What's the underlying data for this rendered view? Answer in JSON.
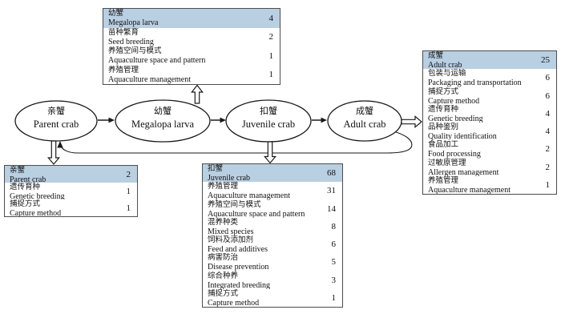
{
  "colors": {
    "header_bg": "#b9cfe2",
    "box_border": "#4d4d4d",
    "line": "#1a1a1a",
    "background": "#ffffff"
  },
  "flow": {
    "stages": [
      {
        "zh": "亲蟹",
        "en": "Parent crab"
      },
      {
        "zh": "幼蟹",
        "en": "Megalopa larva"
      },
      {
        "zh": "扣蟹",
        "en": "Juvenile crab"
      },
      {
        "zh": "成蟹",
        "en": "Adult crab"
      }
    ]
  },
  "boxes": [
    {
      "id": "megalopa",
      "header": {
        "zh": "幼蟹",
        "en": "Megalopa larva",
        "count": "4"
      },
      "rows": [
        {
          "zh": "苗种繁育",
          "en": "Seed breeding",
          "count": "2"
        },
        {
          "zh": "养殖空间与模式",
          "en": "Aquaculture space and pattern",
          "count": "1"
        },
        {
          "zh": "养殖管理",
          "en": "Aquaculture management",
          "count": "1"
        }
      ]
    },
    {
      "id": "adult",
      "header": {
        "zh": "成蟹",
        "en": "Adult crab",
        "count": "25"
      },
      "rows": [
        {
          "zh": "包装与运输",
          "en": "Packaging and transportation",
          "count": "6"
        },
        {
          "zh": "捕捉方式",
          "en": "Capture method",
          "count": "6"
        },
        {
          "zh": "遗传育种",
          "en": "Genetic breeding",
          "count": "4"
        },
        {
          "zh": "品种鉴别",
          "en": "Quality identification",
          "count": "4"
        },
        {
          "zh": "食品加工",
          "en": "Food processing",
          "count": "2"
        },
        {
          "zh": "过敏原管理",
          "en": "Allergen management",
          "count": "2"
        },
        {
          "zh": "养殖管理",
          "en": "Aquaculture management",
          "count": "1"
        }
      ]
    },
    {
      "id": "parent",
      "header": {
        "zh": "亲蟹",
        "en": "Parent crab",
        "count": "2"
      },
      "rows": [
        {
          "zh": "遗传育种",
          "en": "Genetic breeding",
          "count": "1"
        },
        {
          "zh": "捕捉方式",
          "en": "Capture method",
          "count": "1"
        }
      ]
    },
    {
      "id": "juvenile",
      "header": {
        "zh": "扣蟹",
        "en": "Juvenile crab",
        "count": "68"
      },
      "rows": [
        {
          "zh": "养殖管理",
          "en": "Aquaculture management",
          "count": "31"
        },
        {
          "zh": "养殖空间与模式",
          "en": "Aquaculture space and pattern",
          "count": "14"
        },
        {
          "zh": "混养种类",
          "en": "Mixed species",
          "count": "8"
        },
        {
          "zh": "饲料及添加剂",
          "en": "Feed and additives",
          "count": "6"
        },
        {
          "zh": "病害防治",
          "en": "Disease prevention",
          "count": "5"
        },
        {
          "zh": "综合种养",
          "en": "Integrated breeding",
          "count": "3"
        },
        {
          "zh": "捕捉方式",
          "en": "Capture method",
          "count": "1"
        }
      ]
    }
  ]
}
